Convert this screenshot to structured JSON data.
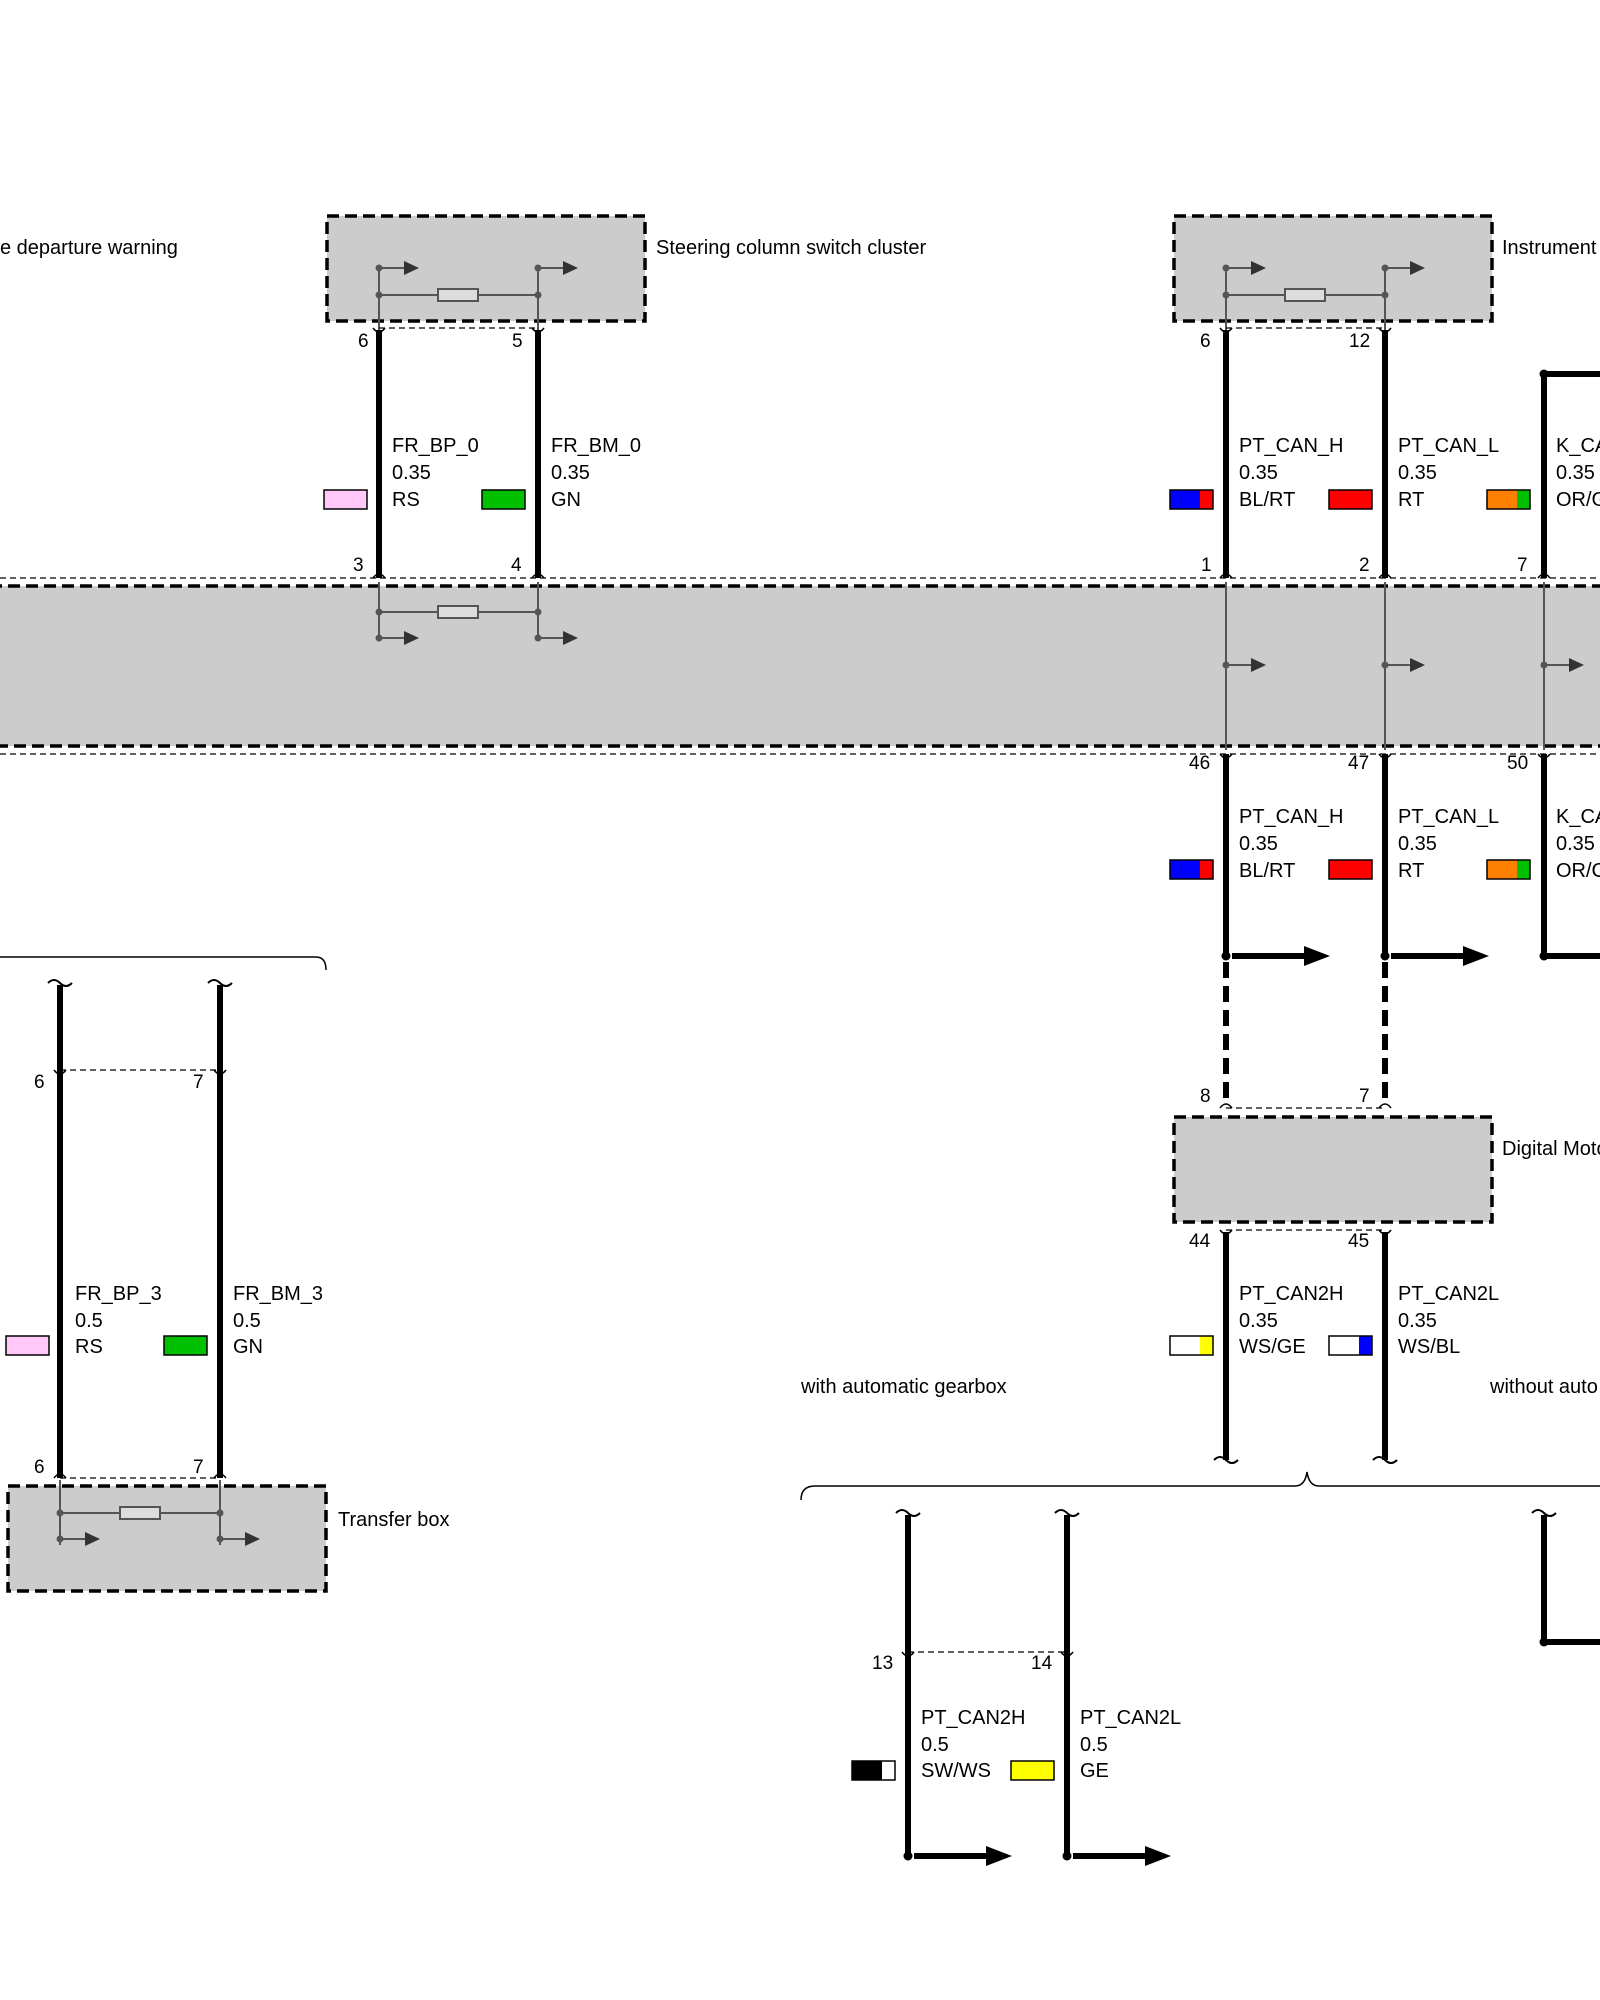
{
  "components": {
    "lane_departure": "e departure warning",
    "steering_column": "Steering column switch cluster",
    "instrument": "Instrument",
    "digital_motor": "Digital Moto",
    "transfer_box": "Transfer box"
  },
  "variants": {
    "with_auto": "with automatic gearbox",
    "without_auto": "without auto"
  },
  "pins": {
    "scc_6": "6",
    "scc_5": "5",
    "bus_3": "3",
    "bus_4": "4",
    "bus_1": "1",
    "bus_2": "2",
    "bus_7": "7",
    "inst_6": "6",
    "inst_12": "12",
    "bus_46": "46",
    "bus_47": "47",
    "bus_50": "50",
    "dme_8": "8",
    "dme_7": "7",
    "dme_44": "44",
    "dme_45": "45",
    "tl_6": "6",
    "tl_7": "7",
    "tb_6": "6",
    "tb_7": "7",
    "gb_13": "13",
    "gb_14": "14"
  },
  "wires": {
    "fr_bp_0": {
      "name": "FR_BP_0",
      "size": "0.35",
      "color": "RS",
      "fill": "#ffc8f8"
    },
    "fr_bm_0": {
      "name": "FR_BM_0",
      "size": "0.35",
      "color": "GN",
      "fill": "#00c000"
    },
    "pt_can_h_top": {
      "name": "PT_CAN_H",
      "size": "0.35",
      "color": "BL/RT",
      "fill_a": "#0000ff",
      "fill_b": "#ff0000"
    },
    "pt_can_l_top": {
      "name": "PT_CAN_L",
      "size": "0.35",
      "color": "RT",
      "fill": "#ff0000"
    },
    "k_can_top": {
      "name": "K_CA",
      "size": "0.35",
      "color": "OR/G",
      "fill_a": "#ff7f00",
      "fill_b": "#00c000"
    },
    "pt_can_h_bot": {
      "name": "PT_CAN_H",
      "size": "0.35",
      "color": "BL/RT",
      "fill_a": "#0000ff",
      "fill_b": "#ff0000"
    },
    "pt_can_l_bot": {
      "name": "PT_CAN_L",
      "size": "0.35",
      "color": "RT",
      "fill": "#ff0000"
    },
    "k_can_bot": {
      "name": "K_CA",
      "size": "0.35",
      "color": "OR/C",
      "fill_a": "#ff7f00",
      "fill_b": "#00c000"
    },
    "pt_can2h_dme": {
      "name": "PT_CAN2H",
      "size": "0.35",
      "color": "WS/GE",
      "fill_a": "#ffffff",
      "fill_b": "#ffff00"
    },
    "pt_can2l_dme": {
      "name": "PT_CAN2L",
      "size": "0.35",
      "color": "WS/BL",
      "fill_a": "#ffffff",
      "fill_b": "#0000ff"
    },
    "fr_bp_3": {
      "name": "FR_BP_3",
      "size": "0.5",
      "color": "RS",
      "fill": "#ffc8f8"
    },
    "fr_bm_3": {
      "name": "FR_BM_3",
      "size": "0.5",
      "color": "GN",
      "fill": "#00c000"
    },
    "pt_can2h_gb": {
      "name": "PT_CAN2H",
      "size": "0.5",
      "color": "SW/WS",
      "fill_a": "#000000",
      "fill_b": "#ffffff"
    },
    "pt_can2l_gb": {
      "name": "PT_CAN2L",
      "size": "0.5",
      "color": "GE",
      "fill": "#ffff00"
    }
  }
}
